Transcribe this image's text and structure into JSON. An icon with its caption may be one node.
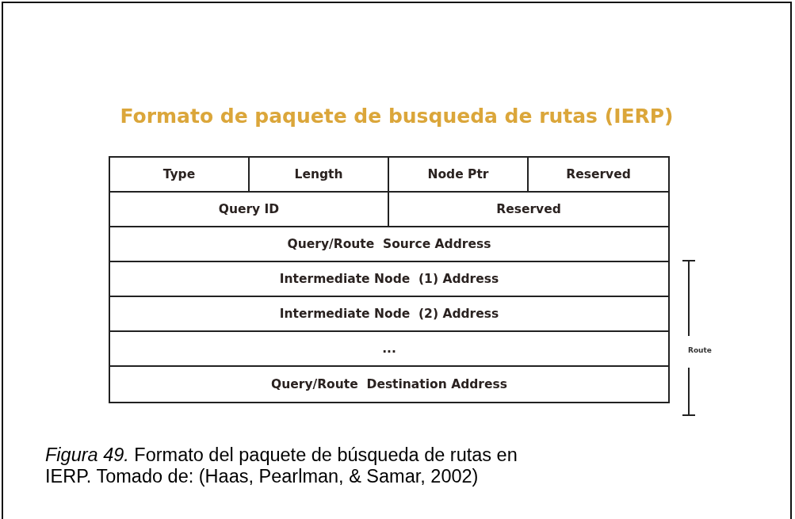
{
  "diagram": {
    "title": "Formato de paquete de busqueda de rutas (IERP)",
    "caption": "*Figura 49.* Formato del paquete de búsqueda de rutas en IERP. Tomado de: (Haas, Pearlman, & Samar, 2002)",
    "labels": [
      "Type",
      "Length",
      "Node Ptr",
      "Reserved",
      "Query ID",
      "Reserved",
      "Query/Route  Source Address",
      "Intermediate Node  (1) Address",
      "Intermediate Node  (2) Address",
      "...",
      "Query/Route  Destination Address",
      "Route"
    ]
  }
}
